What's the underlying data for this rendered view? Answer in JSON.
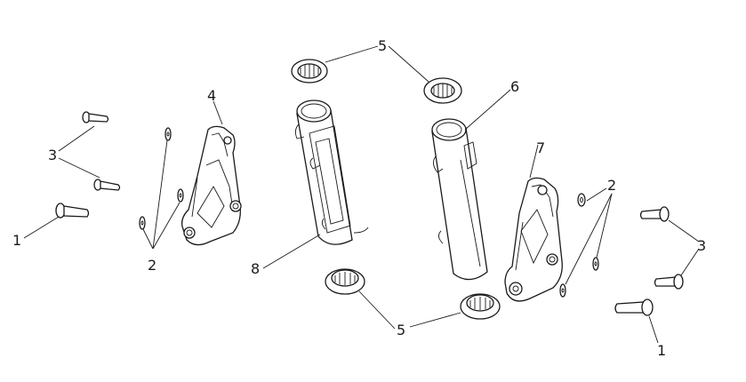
{
  "callouts": [
    {
      "id": "c1a",
      "text": "1"
    },
    {
      "id": "c1b",
      "text": "1"
    },
    {
      "id": "c2a",
      "text": "2"
    },
    {
      "id": "c2b",
      "text": "2"
    },
    {
      "id": "c3a",
      "text": "3"
    },
    {
      "id": "c3b",
      "text": "3"
    },
    {
      "id": "c4",
      "text": "4"
    },
    {
      "id": "c5a",
      "text": "5"
    },
    {
      "id": "c5b",
      "text": "5"
    },
    {
      "id": "c6",
      "text": "6"
    },
    {
      "id": "c7",
      "text": "7"
    },
    {
      "id": "c8",
      "text": "8"
    }
  ],
  "parts": [
    {
      "name": "bolt"
    },
    {
      "name": "washer"
    },
    {
      "name": "bolt"
    },
    {
      "name": "left-bracket"
    },
    {
      "name": "bushing"
    },
    {
      "name": "right-fork-tube"
    },
    {
      "name": "right-bracket"
    },
    {
      "name": "left-fork-tube"
    }
  ]
}
